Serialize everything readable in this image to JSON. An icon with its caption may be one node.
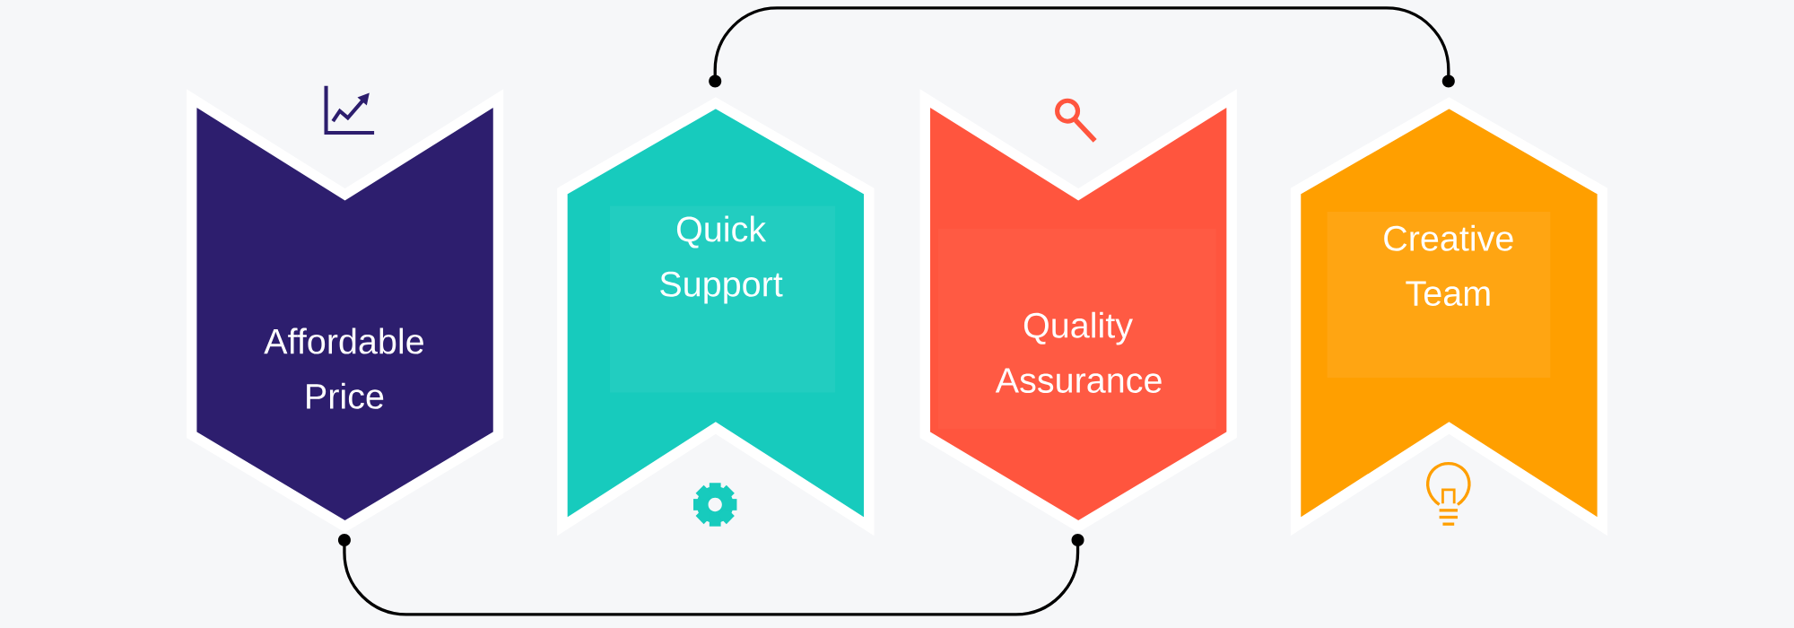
{
  "diagram": {
    "nodes": [
      {
        "text": [
          "Affordable Price"
        ]
      },
      {
        "text": [
          "Quick Support"
        ]
      },
      {
        "text": [
          "Quality Assurance"
        ]
      },
      {
        "text": [
          "Creative Team"
        ]
      }
    ],
    "edges": [
      {
        "from": 0,
        "to": 2,
        "arrow": "other"
      },
      {
        "from": 1,
        "to": 3,
        "arrow": "other"
      }
    ]
  }
}
